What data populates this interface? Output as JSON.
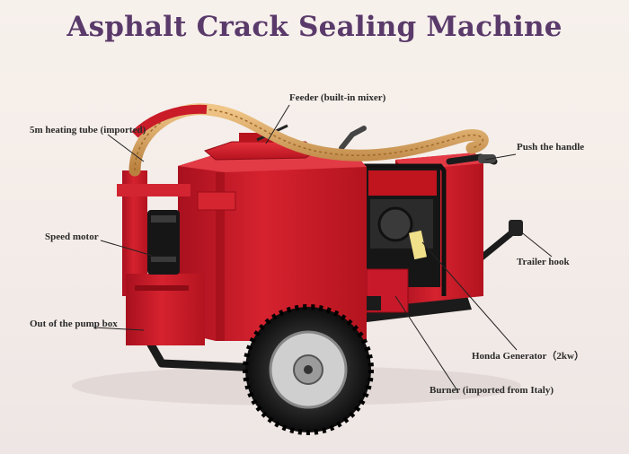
{
  "title": "Asphalt Crack Sealing Machine",
  "labels": {
    "feeder": "Feeder (built-in mixer)",
    "heating_tube": "5m heating tube (imported)",
    "push_handle": "Push the handle",
    "speed_motor": "Speed motor",
    "trailer_hook": "Trailer hook",
    "pump_box": "Out of the pump box",
    "generator": "Honda Generator（2kw）",
    "burner": "Burner (imported from Italy)"
  },
  "colors": {
    "title": "#5a3a6a",
    "machine_red": "#c8192a",
    "hose": "#d9a35e",
    "frame": "#1b1b1b"
  }
}
